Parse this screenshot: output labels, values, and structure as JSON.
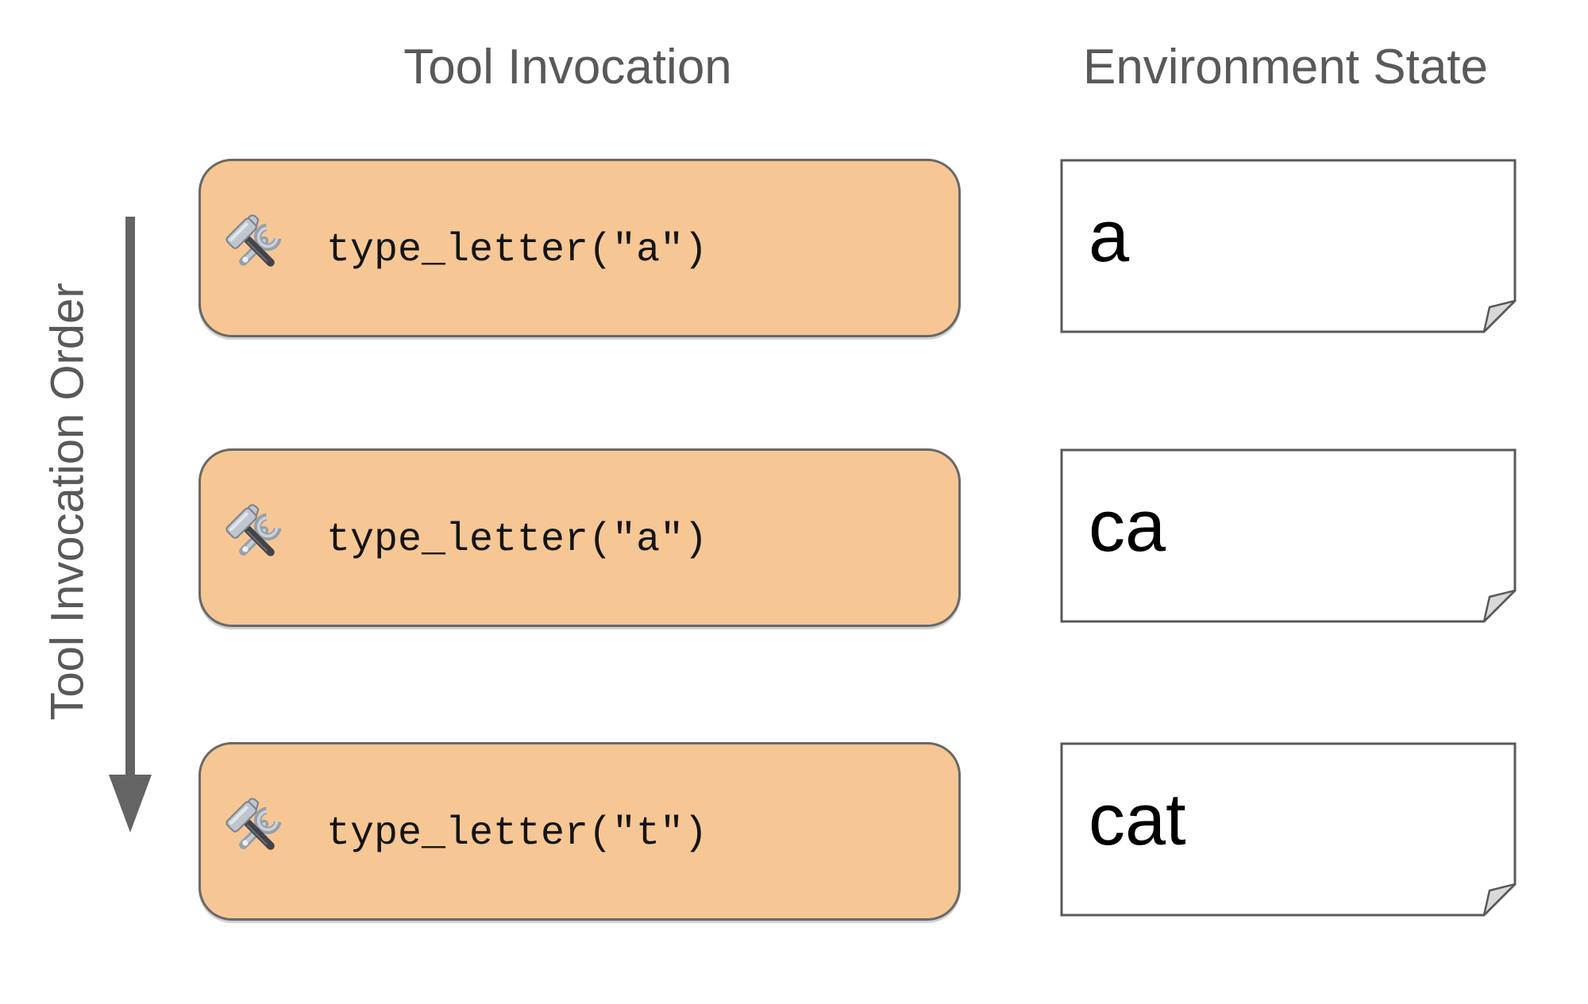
{
  "columns": {
    "tool": {
      "title": "Tool Invocation"
    },
    "env": {
      "title": "Environment State"
    }
  },
  "order_axis": {
    "label": "Tool Invocation Order",
    "direction": "down"
  },
  "rows": [
    {
      "invocation": "type_letter(″a″)",
      "state": "a"
    },
    {
      "invocation": "type_letter(″a″)",
      "state": "ca"
    },
    {
      "invocation": "type_letter(″t″)",
      "state": "cat"
    }
  ],
  "icons": {
    "invocation": "hammer-and-wrench-icon",
    "note_corner": "folded-corner"
  },
  "colors": {
    "invocation_box_fill": "#F6C794",
    "invocation_box_border": "#686868",
    "note_fill": "#FFFFFF",
    "note_border": "#595959",
    "note_fold_fill": "#D9D9D9",
    "heading_text": "#595959",
    "arrow": "#646464",
    "code_text": "#141414",
    "state_text": "#000000",
    "background": "#FFFFFF"
  }
}
